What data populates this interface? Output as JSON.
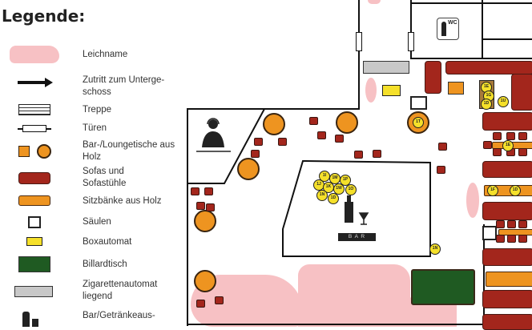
{
  "legend": {
    "title": "Legende:",
    "items": [
      {
        "icon": "corpse-blob",
        "label": "Leichname"
      },
      {
        "icon": "arrow-right",
        "label": "Zutritt zum Unterge-schoss"
      },
      {
        "icon": "stairs",
        "label": "Treppe"
      },
      {
        "icon": "door",
        "label": "Türen"
      },
      {
        "icon": "table-square-round",
        "label": "Bar-/Loungetische aus Holz"
      },
      {
        "icon": "sofa",
        "label": "Sofas und Sofastühle"
      },
      {
        "icon": "bench",
        "label": "Sitzbänke aus Holz"
      },
      {
        "icon": "column",
        "label": "Säulen"
      },
      {
        "icon": "box-machine",
        "label": "Boxautomat"
      },
      {
        "icon": "billiard-table",
        "label": "Billardtisch"
      },
      {
        "icon": "cigarette-machine",
        "label": "Zigarettenautomat liegend"
      },
      {
        "icon": "bar-bottle",
        "label": "Bar/Getränkeaus-"
      }
    ]
  },
  "map": {
    "wc_label": "WC",
    "bar_label": "B A R",
    "markers_bar": [
      "1I",
      "1M",
      "1P",
      "1J",
      "1K",
      "1W",
      "1O",
      "1N",
      "1D"
    ],
    "markers_other": [
      "1T",
      "1E",
      "1G",
      "1D",
      "1U",
      "1E",
      "1F",
      "1D",
      "1N"
    ],
    "colors": {
      "sofa": "#a3261c",
      "wood": "#ee9420",
      "corpse": "#f7c1c4",
      "box": "#f5e02a",
      "billiard": "#1f5a22",
      "cigarette": "#c8c8c8"
    }
  }
}
